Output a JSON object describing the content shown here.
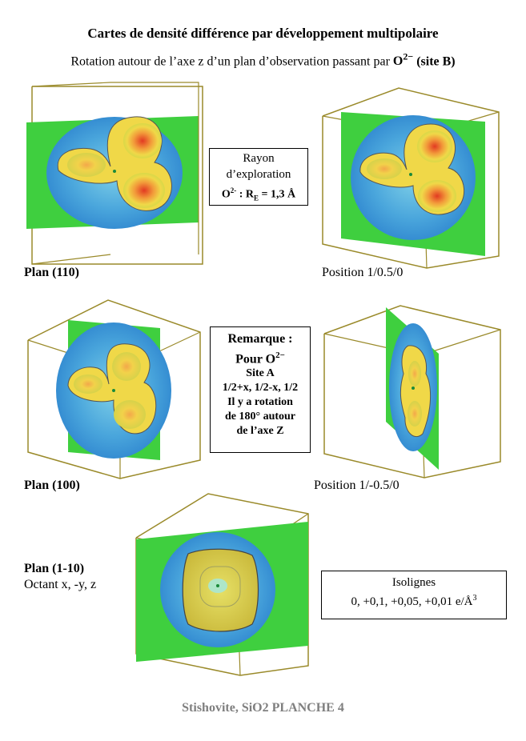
{
  "title": "Cartes de densité différence par développement multipolaire",
  "subtitle_prefix": "Rotation autour de l’axe z d’un plan d’observation passant par",
  "subtitle_ion": "O",
  "subtitle_charge": "2−",
  "subtitle_site": "(site B)",
  "labels": {
    "plan_110": "Plan (110)",
    "pos_1": "Position 1/0.5/0",
    "plan_100": "Plan (100)",
    "pos_2": "Position 1/-0.5/0",
    "plan_1m10": "Plan (1-10)",
    "octant": "Octant x, -y, z"
  },
  "rayon_box": {
    "line1": "Rayon",
    "line2": "d’exploration",
    "formula_ion": "O",
    "formula_charge": "2-",
    "formula_rest": " : R",
    "formula_sub": "E",
    "formula_value": " = 1,3 Å"
  },
  "remarque_box": {
    "heading": "Remarque :",
    "pour": "Pour O",
    "pour_charge": "2−",
    "lines": [
      "Site A",
      "1/2+x, 1/2-x, 1/2",
      "Il y a rotation",
      "de 180° autour",
      "de l’axe Z"
    ]
  },
  "isolignes_box": {
    "heading": "Isolignes",
    "values": "0, +0,1, +0,05, +0,01 e/Å",
    "exp": "3"
  },
  "footer": "Stishovite, SiO2  PLANCHE 4",
  "colors": {
    "cube_edge": "#9a8a2a",
    "plane_green": "#3fcf3f",
    "density_blue": "#3a9ad9",
    "density_yellow": "#e6d84a",
    "density_red": "#e0452a",
    "footer_gray": "#7f7f7f"
  }
}
